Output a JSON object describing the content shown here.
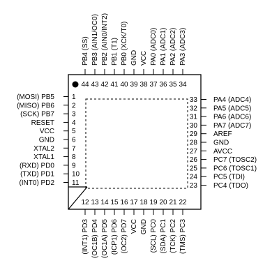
{
  "chip": {
    "pin1_dot": "pin-1-indicator"
  },
  "pins_left": [
    {
      "num": "1",
      "label": "(MOSI)  PB5"
    },
    {
      "num": "2",
      "label": "(MISO)  PB6"
    },
    {
      "num": "3",
      "label": "(SCK)  PB7"
    },
    {
      "num": "4",
      "label": "RESET"
    },
    {
      "num": "5",
      "label": "VCC"
    },
    {
      "num": "6",
      "label": "GND"
    },
    {
      "num": "7",
      "label": "XTAL2"
    },
    {
      "num": "8",
      "label": "XTAL1"
    },
    {
      "num": "9",
      "label": "(RXD)  PD0"
    },
    {
      "num": "10",
      "label": "(TXD)  PD1"
    },
    {
      "num": "11",
      "label": "(INT0)  PD2"
    }
  ],
  "pins_right": [
    {
      "num": "33",
      "label": "PA4  (ADC4)"
    },
    {
      "num": "32",
      "label": "PA5  (ADC5)"
    },
    {
      "num": "31",
      "label": "PA6  (ADC6)"
    },
    {
      "num": "30",
      "label": "PA7  (ADC7)"
    },
    {
      "num": "29",
      "label": "AREF"
    },
    {
      "num": "28",
      "label": "GND"
    },
    {
      "num": "27",
      "label": "AVCC"
    },
    {
      "num": "26",
      "label": "PC7  (TOSC2)"
    },
    {
      "num": "25",
      "label": "PC6  (TOSC1)"
    },
    {
      "num": "24",
      "label": "PC5  (TDI)"
    },
    {
      "num": "23",
      "label": "PC4  (TDO)"
    }
  ],
  "pins_top": [
    {
      "num": "44",
      "label": "PB4  (SS)"
    },
    {
      "num": "43",
      "label": "PB3  (AIN1/OC0)"
    },
    {
      "num": "42",
      "label": "PB2  (AIN0/INT2)"
    },
    {
      "num": "41",
      "label": "PB1  (T1)"
    },
    {
      "num": "40",
      "label": "PB0  (XCK/T0)"
    },
    {
      "num": "39",
      "label": "GND"
    },
    {
      "num": "38",
      "label": "VCC"
    },
    {
      "num": "37",
      "label": "PA0  (ADC0)"
    },
    {
      "num": "36",
      "label": "PA1  (ADC1)"
    },
    {
      "num": "35",
      "label": "PA2  (ADC2)"
    },
    {
      "num": "34",
      "label": "PA3  (ADC3)"
    }
  ],
  "pins_bottom": [
    {
      "num": "12",
      "label": "(INT1)  PD3"
    },
    {
      "num": "13",
      "label": "(OC1B)  PD4"
    },
    {
      "num": "14",
      "label": "(OC1A)  PD5"
    },
    {
      "num": "15",
      "label": "(ICP1)  PD6"
    },
    {
      "num": "16",
      "label": "(OC2)  PD7"
    },
    {
      "num": "17",
      "label": "VCC"
    },
    {
      "num": "18",
      "label": "GND"
    },
    {
      "num": "19",
      "label": "(SCL)  PC0"
    },
    {
      "num": "20",
      "label": "(SDA)  PC1"
    },
    {
      "num": "21",
      "label": "(TCK)  PC2"
    },
    {
      "num": "22",
      "label": "(TMS)  PC3"
    }
  ]
}
